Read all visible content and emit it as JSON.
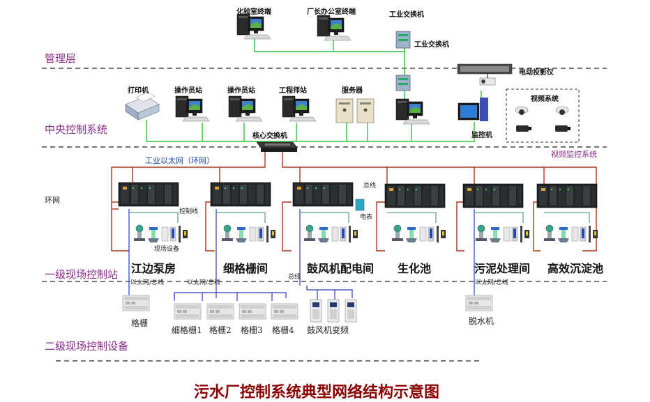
{
  "layers": {
    "management": "管理层",
    "central": "中央控制系统",
    "field1": "一级现场控制站",
    "field2": "二级现场控制设备"
  },
  "mgmt": {
    "lab_terminal": "化验室终端",
    "director_terminal": "厂长办公室终端",
    "switch_top": "工业交换机",
    "switch_side": "工业交换机"
  },
  "central": {
    "printer": "打印机",
    "operator1": "操作员站",
    "operator2": "操作员站",
    "engineer": "工程师站",
    "server": "服务器",
    "projector": "电动投影仪",
    "monitor": "监控机",
    "core_switch": "核心交换机",
    "video_box": "视频系统",
    "video_label": "视频监控系统",
    "ethernet": "工业以太网（环网）"
  },
  "field": {
    "ring": "环网",
    "control_line": "控制线",
    "field_device": "现场设备",
    "bus_line": "总线",
    "meter": "电表",
    "stations": [
      "江边泵房",
      "细格栅间",
      "鼓风机配电间",
      "生化池",
      "污泥处理间",
      "高效沉淀池"
    ],
    "eth_bus_1": "以太网/总线",
    "eth_bus_2": "以太网/总线",
    "bus_3": "总线",
    "eth_bus_4": "以太网/总线"
  },
  "devices": {
    "grille": "格栅",
    "fine1": "细格栅1",
    "grille2": "格栅2",
    "grille3": "格栅3",
    "grille4": "格栅4",
    "blower_vfd": "鼓风机变频",
    "dewater": "脱水机"
  },
  "title": "污水厂控制系统典型网络结构示意图",
  "colors": {
    "layer_text": "#8a2b8a",
    "green_link": "#2fc23a",
    "red_link": "#b0301a",
    "blue_link": "#2838c8",
    "title": "#8b0000"
  }
}
